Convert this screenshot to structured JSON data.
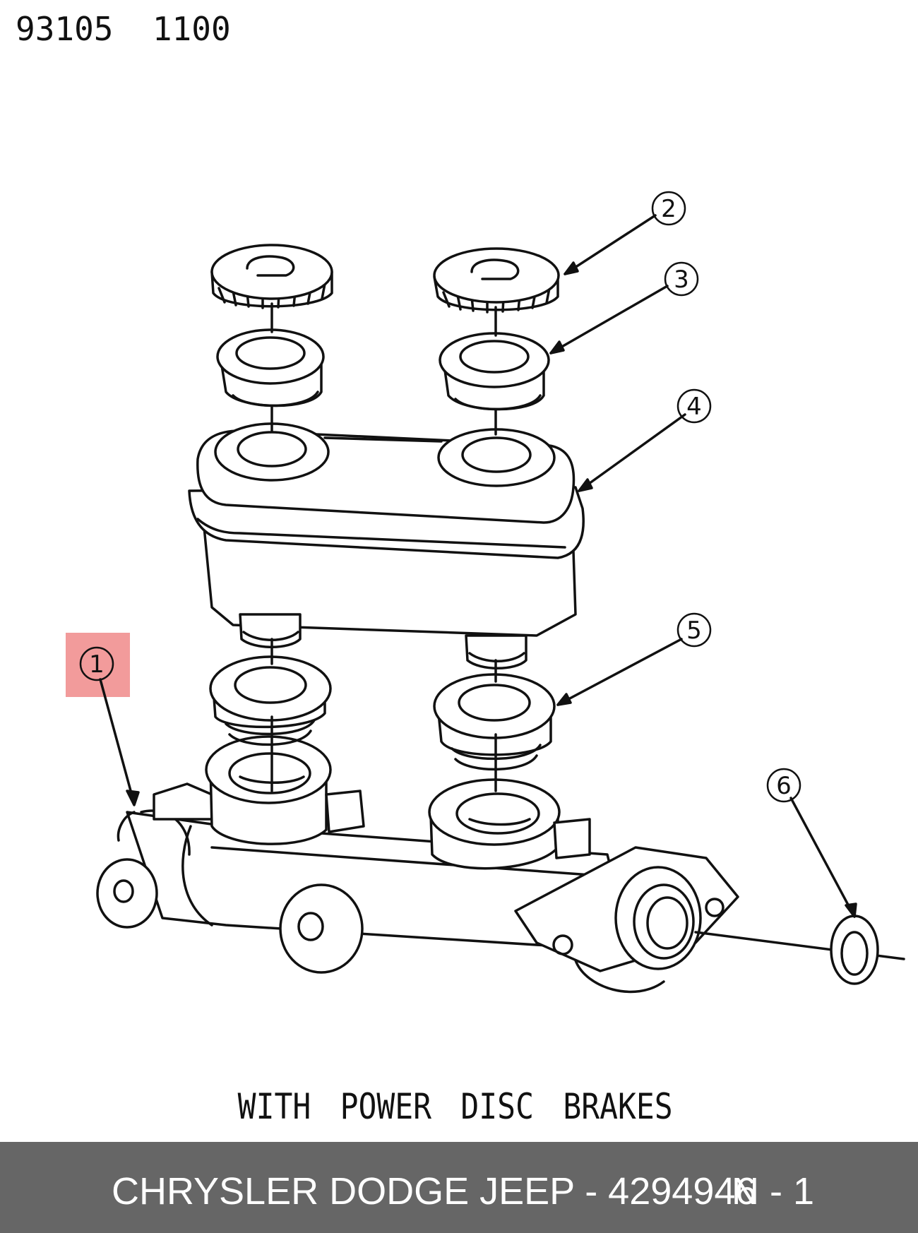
{
  "header": {
    "ref_code": "93105  1100"
  },
  "caption": "WITH POWER DISC BRAKES",
  "footer": {
    "text": "CHRYSLER DODGE JEEP - 4294946",
    "page": "N - 1"
  },
  "callouts": [
    "1",
    "2",
    "3",
    "4",
    "5",
    "6"
  ],
  "highlighted_callout": "1",
  "colors": {
    "footer_bg": "#666666",
    "highlight": "#f08a8a",
    "ink": "#111111"
  }
}
